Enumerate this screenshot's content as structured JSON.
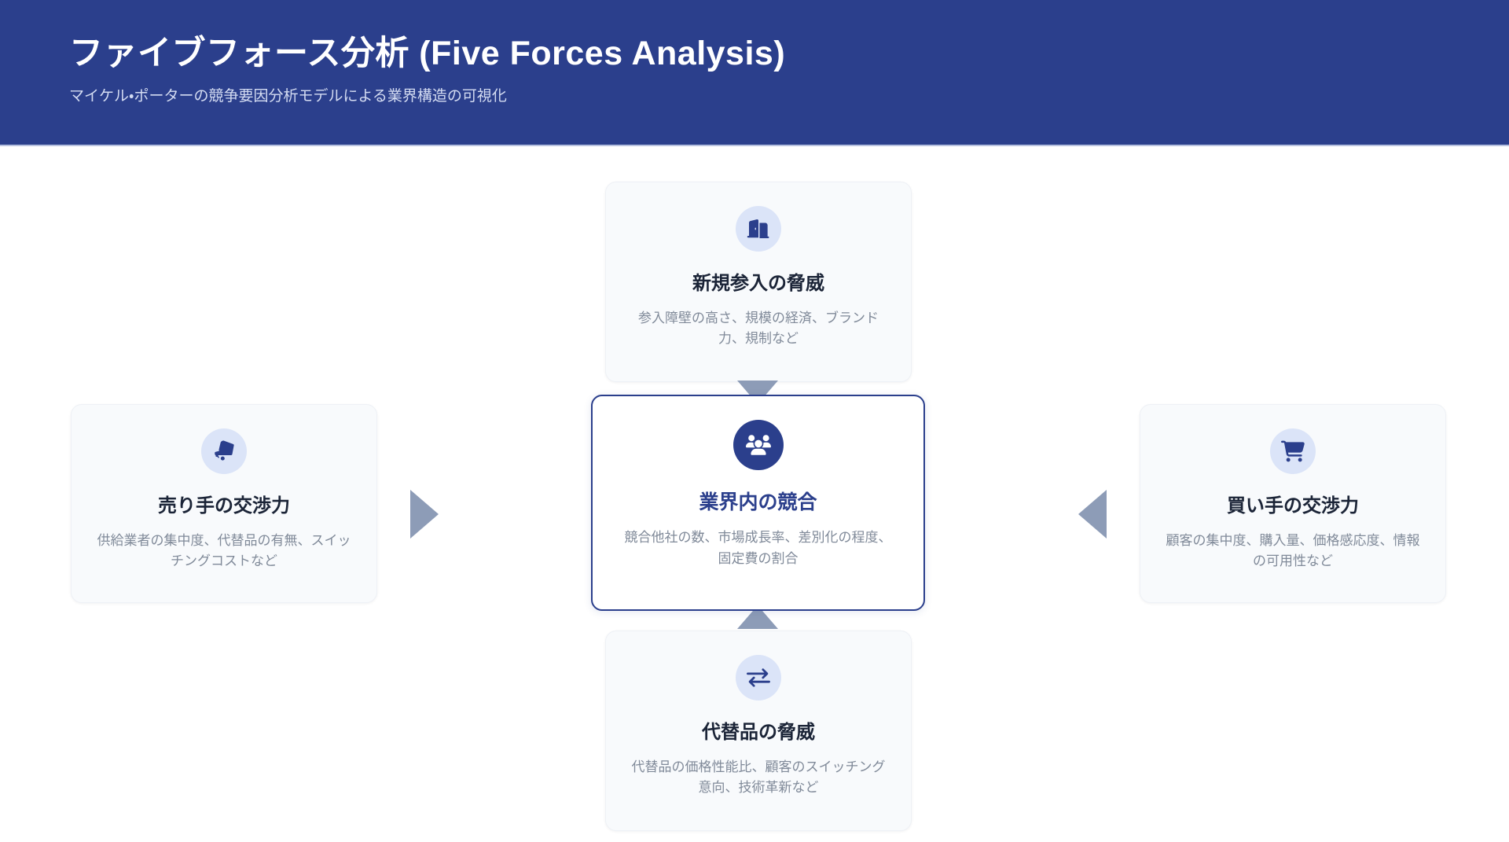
{
  "header": {
    "title": "ファイブフォース分析 (Five Forces Analysis)",
    "subtitle": "マイケル・ポーターの競争要因分析モデルによる業界構造の可視化",
    "background_color": "#2b3f8c",
    "title_color": "#ffffff",
    "subtitle_color": "#d4dcf2"
  },
  "theme": {
    "accent_color": "#2b3f8c",
    "card_background": "#f8fafc",
    "center_card_background": "#ffffff",
    "icon_badge_color": "#dbe4f8",
    "arrow_color": "#8d9cb7",
    "description_color": "#808a99"
  },
  "forces": {
    "top": {
      "id": "threat-of-new-entrants",
      "icon": "door-open-icon",
      "title": "新規参入の脅威",
      "description": "参入障壁の高さ、規模の経済、ブランド力、規制など"
    },
    "left": {
      "id": "bargaining-power-of-suppliers",
      "icon": "dolly-hand-truck-icon",
      "title": "売り手の交渉力",
      "description": "供給業者の集中度、代替品の有無、スイッチングコストなど"
    },
    "center": {
      "id": "competitive-rivalry",
      "icon": "users-group-icon",
      "title": "業界内の競合",
      "description": "競合他社の数、市場成長率、差別化の程度、固定費の割合"
    },
    "right": {
      "id": "bargaining-power-of-buyers",
      "icon": "shopping-cart-icon",
      "title": "買い手の交渉力",
      "description": "顧客の集中度、購入量、価格感応度、情報の可用性など"
    },
    "bottom": {
      "id": "threat-of-substitutes",
      "icon": "exchange-arrows-icon",
      "title": "代替品の脅威",
      "description": "代替品の価格性能比、顧客のスイッチング意向、技術革新など"
    }
  },
  "connectors": [
    {
      "name": "supplier-to-rivalry",
      "direction": "right"
    },
    {
      "name": "buyer-to-rivalry",
      "direction": "left"
    },
    {
      "name": "entrants-to-rivalry",
      "direction": "down"
    },
    {
      "name": "substitutes-to-rivalry",
      "direction": "up"
    }
  ]
}
